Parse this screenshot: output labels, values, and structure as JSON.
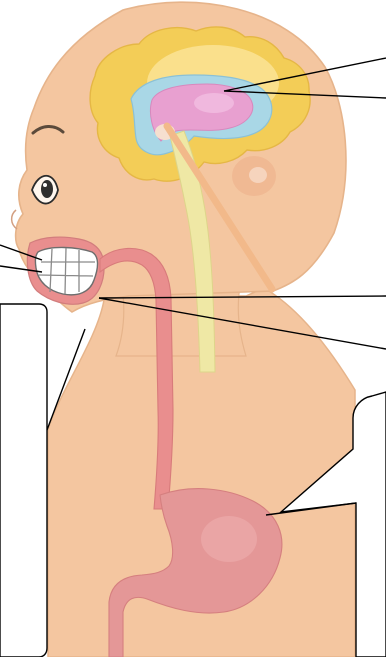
{
  "figure": {
    "colors": {
      "background": "#ffffff",
      "skin": "#f4c6a0",
      "skin_outline": "#e6b48b",
      "ear": "#f0b993",
      "brain_outer": "#f3cd57",
      "brain_inner_blue": "#a9d7e6",
      "brain_core_pink": "#e8a0d0",
      "pituitary": "#f6dfcf",
      "brainstem": "#efe8a5",
      "nerve": "#f2b98a",
      "esophagus": "#e98e8e",
      "stomach": "#e49797",
      "teeth": "#ffffff",
      "line": "#000000",
      "bubble": "#ffffff"
    },
    "callouts": [
      {
        "target": "brain"
      },
      {
        "target": "mouth-left"
      },
      {
        "target": "teeth-right"
      },
      {
        "target": "jaw-lower-left"
      },
      {
        "target": "stomach"
      }
    ]
  }
}
